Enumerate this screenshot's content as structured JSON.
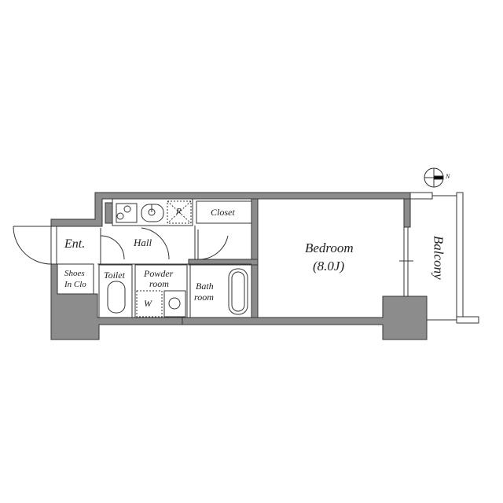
{
  "floorplan": {
    "rooms": {
      "entrance": "Ent.",
      "shoes_line1": "Shoes",
      "shoes_line2": "In Clo",
      "hall": "Hall",
      "toilet": "Toilet",
      "powder_line1": "Powder",
      "powder_line2": "room",
      "washer": "W",
      "bath_line1": "Bath",
      "bath_line2": "room",
      "closet": "Closet",
      "fridge": "R",
      "bedroom": "Bedroom",
      "bedroom_size": "(8.0J)",
      "balcony": "Balcony"
    },
    "compass": {
      "north_label": "N"
    },
    "colors": {
      "wall": "#8c8c8c",
      "line": "#333333",
      "background": "#ffffff"
    }
  }
}
